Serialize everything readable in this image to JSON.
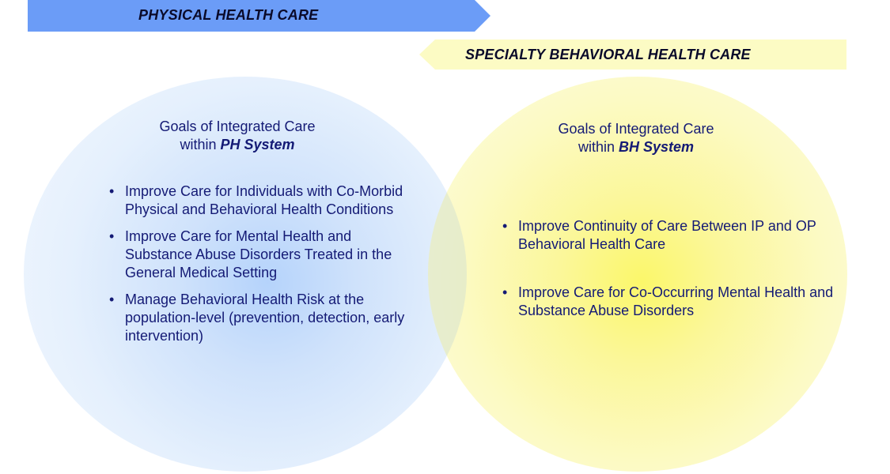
{
  "banners": {
    "physical": {
      "label": "PHYSICAL HEALTH CARE",
      "color": "#6b9cf7"
    },
    "behavioral": {
      "label": "SPECIALTY BEHAVIORAL HEALTH CARE",
      "color": "#fcfbc4"
    }
  },
  "ph_section": {
    "title_line1": "Goals of Integrated Care",
    "title_prefix": "within ",
    "title_system": "PH System",
    "bullets": [
      "Improve Care for Individuals with Co-Morbid Physical and Behavioral Health Conditions",
      "Improve Care for Mental Health and Substance Abuse Disorders Treated in the General Medical Setting",
      "Manage Behavioral Health Risk at the population-level (prevention, detection, early intervention)"
    ]
  },
  "bh_section": {
    "title_line1": "Goals of Integrated Care",
    "title_prefix": "within ",
    "title_system": "BH System",
    "bullets": [
      "Improve Continuity of Care Between IP and OP Behavioral Health Care",
      "Improve Care for Co-Occurring Mental Health and Substance Abuse Disorders"
    ]
  }
}
